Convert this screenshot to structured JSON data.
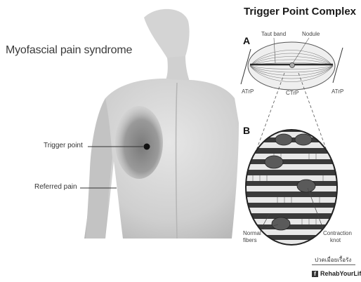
{
  "left_panel": {
    "title": "Myofascial pain syndrome",
    "trigger_point_label": "Trigger point",
    "referred_pain_label": "Referred pain"
  },
  "right_panel": {
    "title": "Trigger Point Complex",
    "panel_a": {
      "letter": "A",
      "taut_band_label": "Taut band",
      "nodule_label": "Nodule",
      "atrp_left_label": "ATrP",
      "ctrp_label": "CTrP",
      "atrp_right_label": "ATrP"
    },
    "panel_b": {
      "letter": "B",
      "normal_fibers_label_1": "Normal",
      "normal_fibers_label_2": "fibers",
      "contraction_knot_label_1": "Contraction",
      "contraction_knot_label_2": "knot"
    }
  },
  "credit": {
    "thai_text": "ปวดเมื่อยเรื้อรัง",
    "facebook_icon": "facebook-icon",
    "brand": "RehabYourLife"
  },
  "colors": {
    "skin_light": "#dcdcdc",
    "skin_mid": "#bdbdbd",
    "referred_pain_shade": "#8f8f8f",
    "trigger_dot": "#111111",
    "fiber_dark": "#444444"
  }
}
